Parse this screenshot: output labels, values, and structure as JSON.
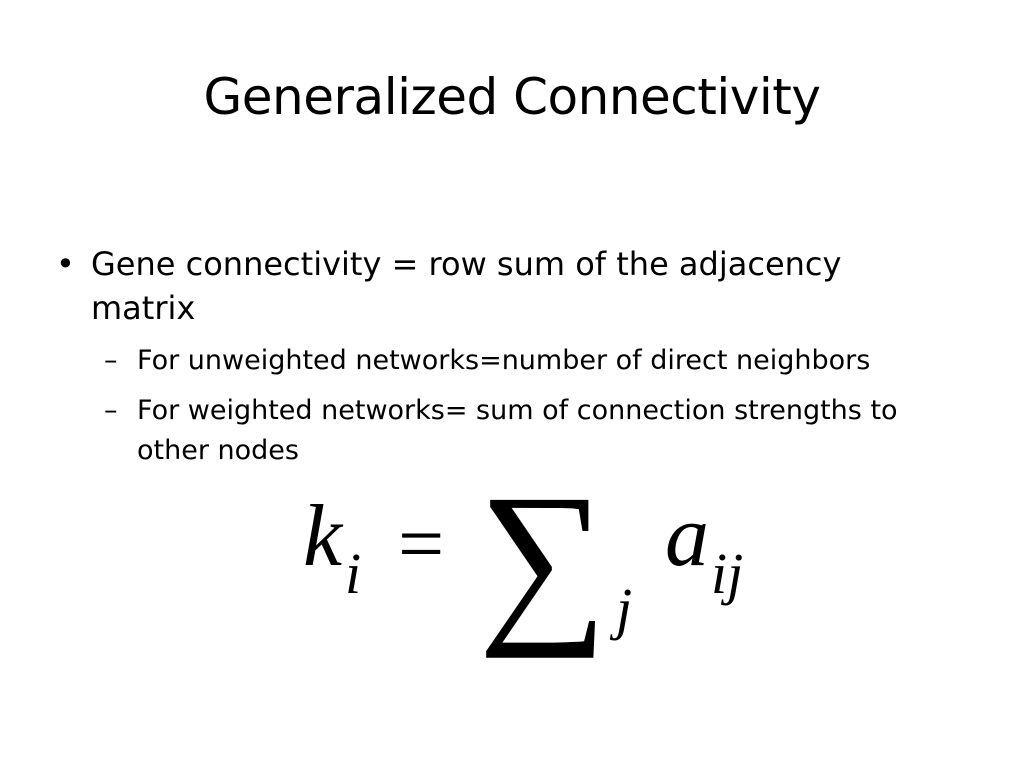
{
  "slide": {
    "title": "Generalized Connectivity",
    "bullets": [
      {
        "marker": "•",
        "text": "Gene connectivity = row sum of the adjacency matrix",
        "sub_bullets": [
          {
            "marker": "–",
            "text": "For unweighted networks=number of direct neighbors"
          },
          {
            "marker": "–",
            "text": "For weighted networks= sum of connection strengths to other nodes"
          }
        ]
      }
    ],
    "formula": {
      "lhs": "k",
      "lhs_subscript": "i",
      "equals": "=",
      "operator": "∑",
      "operator_subscript": "j",
      "term": "a",
      "term_subscript": "ij"
    }
  }
}
